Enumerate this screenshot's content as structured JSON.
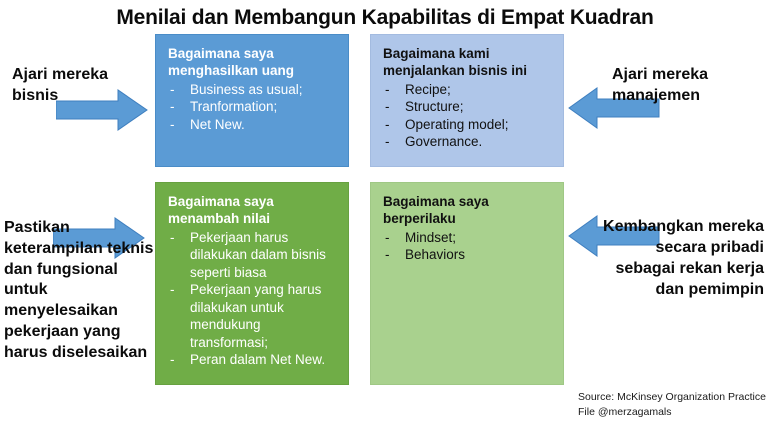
{
  "slide": {
    "title": "Menilai dan Membangun Kapabilitas di Empat Kuadran",
    "background": "#ffffff"
  },
  "colors": {
    "quadrant_top_left": "#5B9BD5",
    "quadrant_top_right": "#AFC6E9",
    "quadrant_bottom_left": "#70AD47",
    "quadrant_bottom_right": "#A9D18E",
    "arrow": "#5B9BD5",
    "title_text": "#0b0b0b"
  },
  "quadrants": {
    "top_left": {
      "heading": "Bagaimana saya menghasilkan uang",
      "bullet_marker": "-",
      "items": [
        "Business as usual;",
        "Tranformation;",
        "Net New."
      ]
    },
    "top_right": {
      "heading": "Bagaimana kami menjalankan bisnis ini",
      "bullet_marker": "-",
      "items": [
        "Recipe;",
        "Structure;",
        "Operating model;",
        "Governance."
      ]
    },
    "bottom_left": {
      "heading": "Bagaimana saya menambah nilai",
      "bullet_marker": "-",
      "items": [
        "Pekerjaan harus dilakukan dalam bisnis seperti biasa",
        "Pekerjaan yang harus dilakukan untuk mendukung transformasi;",
        "Peran dalam Net New."
      ]
    },
    "bottom_right": {
      "heading": "Bagaimana saya berperilaku",
      "bullet_marker": "-",
      "items": [
        "Mindset;",
        "Behaviors"
      ]
    }
  },
  "captions": {
    "top_left": "Ajari mereka bisnis",
    "bottom_left": "Pastikan keterampilan teknis dan fungsional untuk menyelesaikan pekerjaan yang harus diselesaikan",
    "top_right": "Ajari mereka manajemen",
    "bottom_right": "Kembangkan mereka secara pribadi sebagai rekan kerja dan pemimpin"
  },
  "arrows": {
    "top_left_direction": "right",
    "bottom_left_direction": "right",
    "top_right_direction": "left",
    "bottom_right_direction": "left"
  },
  "source": {
    "line1": "Source: McKinsey Organization Practice",
    "line2": "File @merzagamals"
  }
}
